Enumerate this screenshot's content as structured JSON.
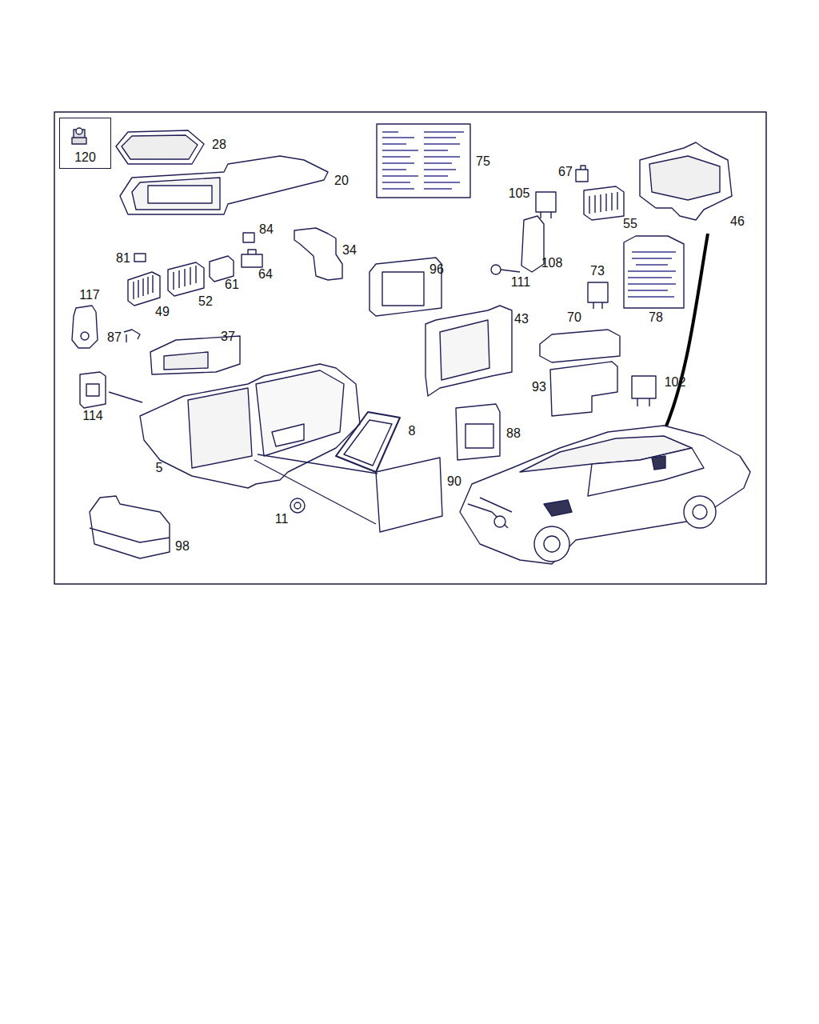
{
  "diagram": {
    "nodes": [
      {
        "text": [
          "120"
        ]
      }
    ],
    "labels": [
      "28",
      "20",
      "75",
      "67",
      "105",
      "46",
      "84",
      "81",
      "34",
      "96",
      "55",
      "64",
      "61",
      "111",
      "108",
      "73",
      "49",
      "52",
      "117",
      "87",
      "37",
      "70",
      "78",
      "43",
      "93",
      "102",
      "114",
      "8",
      "88",
      "5",
      "90",
      "11",
      "98"
    ]
  }
}
